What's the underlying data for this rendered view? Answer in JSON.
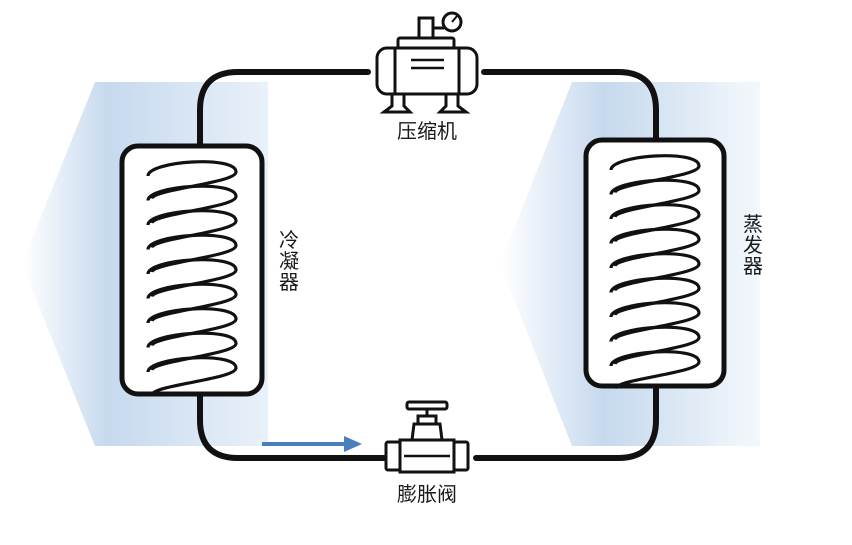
{
  "labels": {
    "compressor": "压缩机",
    "condenser": "冷凝器",
    "evaporator": "蒸发器",
    "expansion_valve": "膨胀阀"
  },
  "colors": {
    "line": "#111111",
    "flow_arrow": "#4a7fbf",
    "air_blue": "#b7cfe8"
  },
  "icons": {
    "compressor": "air-compressor-icon",
    "valve": "gate-valve-icon",
    "coil": "helical-coil-icon",
    "flow": "flow-direction-arrow-icon"
  }
}
